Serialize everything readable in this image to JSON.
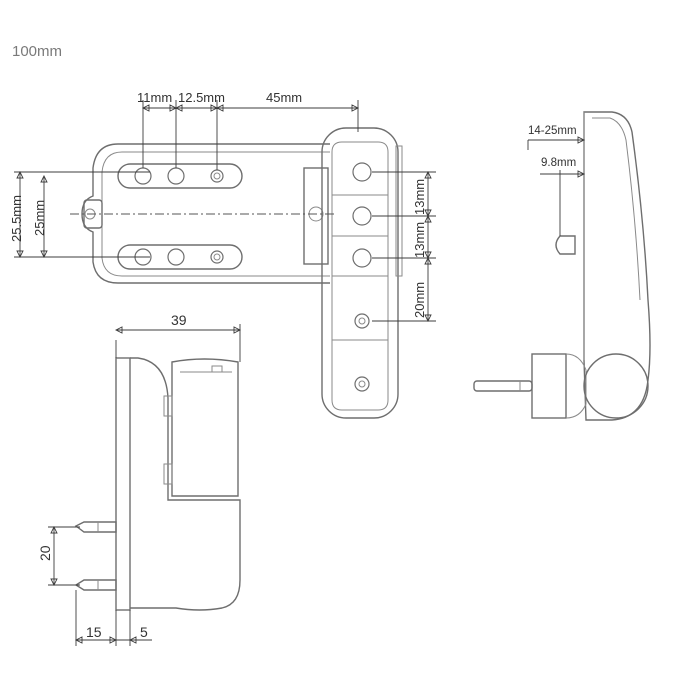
{
  "scale_note": "100mm",
  "dimensions": {
    "slot_offset_1": "11mm",
    "slot_offset_2": "12.5mm",
    "slot_to_plate": "45mm",
    "outer_height": "25.5mm",
    "inner_height": "25mm",
    "hole_pitch_1": "13mm",
    "hole_pitch_2": "13mm",
    "hole_pitch_3": "20mm",
    "adjust_range": "14-25mm",
    "pin_offset": "9.8mm",
    "body_depth": "39",
    "pin_spacing": "20",
    "pin_length": "15",
    "base_thickness": "5"
  }
}
